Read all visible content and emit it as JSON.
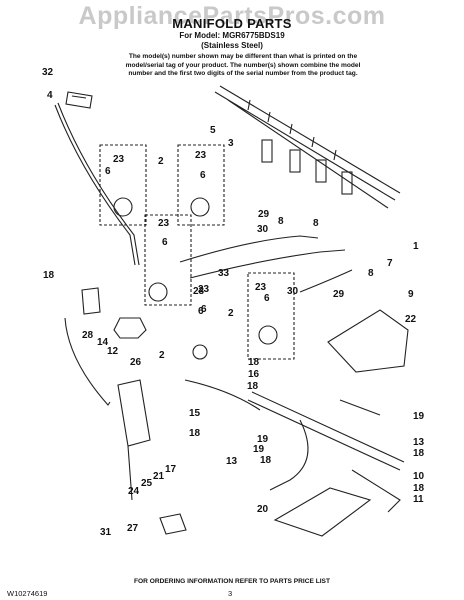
{
  "watermark": "AppliancePartsPros.com",
  "title": "MANIFOLD PARTS",
  "model_line": "For Model: MGR6775BDS19",
  "finish_line": "(Stainless Steel)",
  "intro_text": "The model(s) number shown may be different than what is printed on the model/serial tag of your product. The number(s) shown combine the model number and the first two digits of the serial number from the product tag.",
  "callouts": [
    "32",
    "4",
    "5",
    "3",
    "2",
    "23",
    "6",
    "23",
    "6",
    "23",
    "6",
    "29",
    "8",
    "8",
    "30",
    "1",
    "7",
    "23",
    "6",
    "33",
    "8",
    "9",
    "18",
    "30",
    "29",
    "23",
    "6",
    "23",
    "6",
    "28",
    "14",
    "22",
    "2",
    "2",
    "12",
    "26",
    "18",
    "16",
    "18",
    "15",
    "19",
    "19",
    "18",
    "13",
    "18",
    "17",
    "21",
    "25",
    "24",
    "13",
    "18",
    "19",
    "10",
    "18",
    "11",
    "20",
    "31",
    "27"
  ],
  "footer_text": "FOR ORDERING INFORMATION REFER TO PARTS PRICE LIST",
  "doc_number": "W10274619",
  "page_number": "3"
}
